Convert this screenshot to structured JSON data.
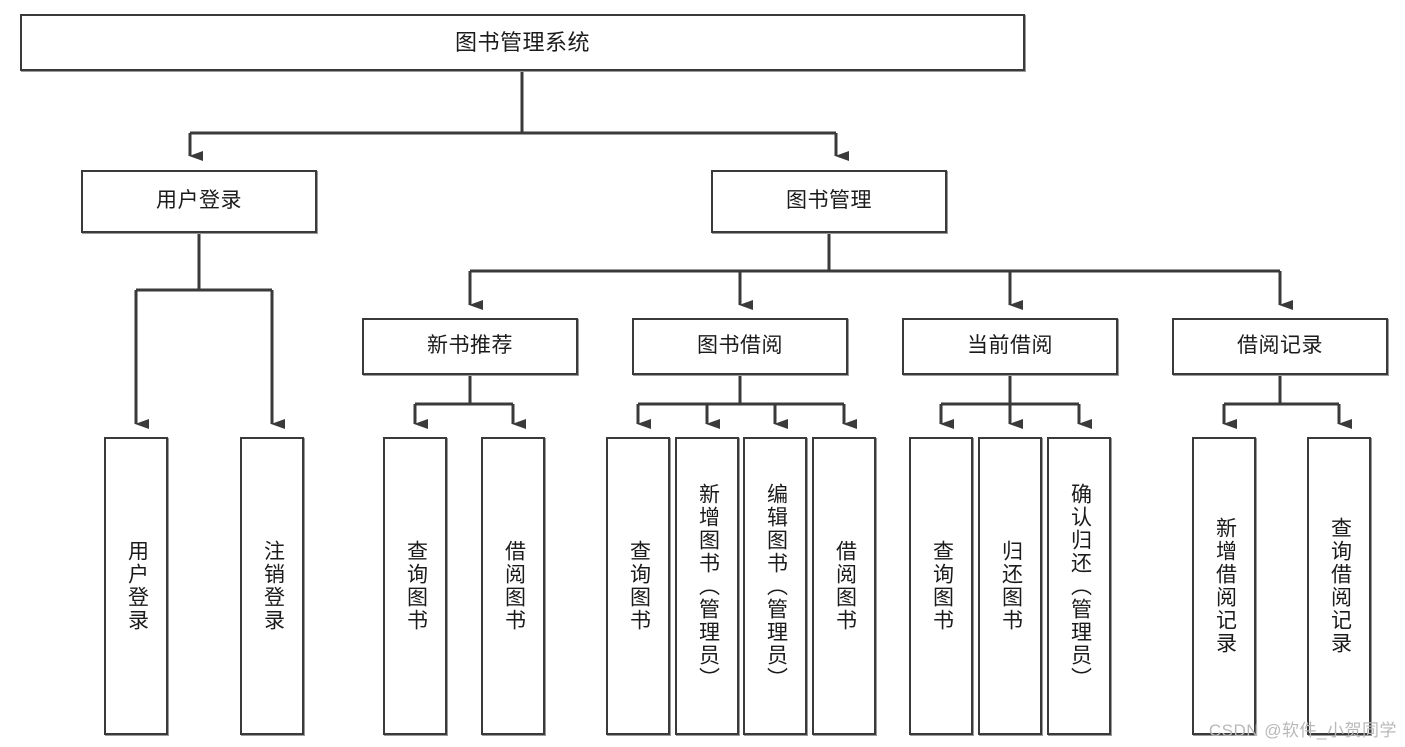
{
  "diagram": {
    "title": "图书管理系统",
    "type": "hierarchy-tree",
    "colors": {
      "box_border": "#3a3a3a",
      "box_fill": "#ffffff",
      "connector": "#3a3a3a",
      "text": "#1b1b1b",
      "watermark": "#b9b9b9"
    },
    "nodes": {
      "root": {
        "label": "图书管理系统"
      },
      "level2": [
        {
          "label": "用户登录"
        },
        {
          "label": "图书管理"
        }
      ],
      "level3": [
        {
          "label": "新书推荐"
        },
        {
          "label": "图书借阅"
        },
        {
          "label": "当前借阅"
        },
        {
          "label": "借阅记录"
        }
      ],
      "leaves": [
        {
          "label": "用户登录",
          "parent": "用户登录"
        },
        {
          "label": "注销登录",
          "parent": "用户登录"
        },
        {
          "label": "查询图书",
          "parent": "新书推荐"
        },
        {
          "label": "借阅图书",
          "parent": "新书推荐"
        },
        {
          "label": "查询图书",
          "parent": "图书借阅"
        },
        {
          "label": "新增图书（管理员）",
          "parent": "图书借阅"
        },
        {
          "label": "编辑图书（管理员）",
          "parent": "图书借阅"
        },
        {
          "label": "借阅图书",
          "parent": "图书借阅"
        },
        {
          "label": "查询图书",
          "parent": "当前借阅"
        },
        {
          "label": "归还图书",
          "parent": "当前借阅"
        },
        {
          "label": "确认归还（管理员）",
          "parent": "当前借阅"
        },
        {
          "label": "新增借阅记录",
          "parent": "借阅记录"
        },
        {
          "label": "查询借阅记录",
          "parent": "借阅记录"
        }
      ]
    },
    "watermark": "CSDN @软件_小贺同学"
  }
}
